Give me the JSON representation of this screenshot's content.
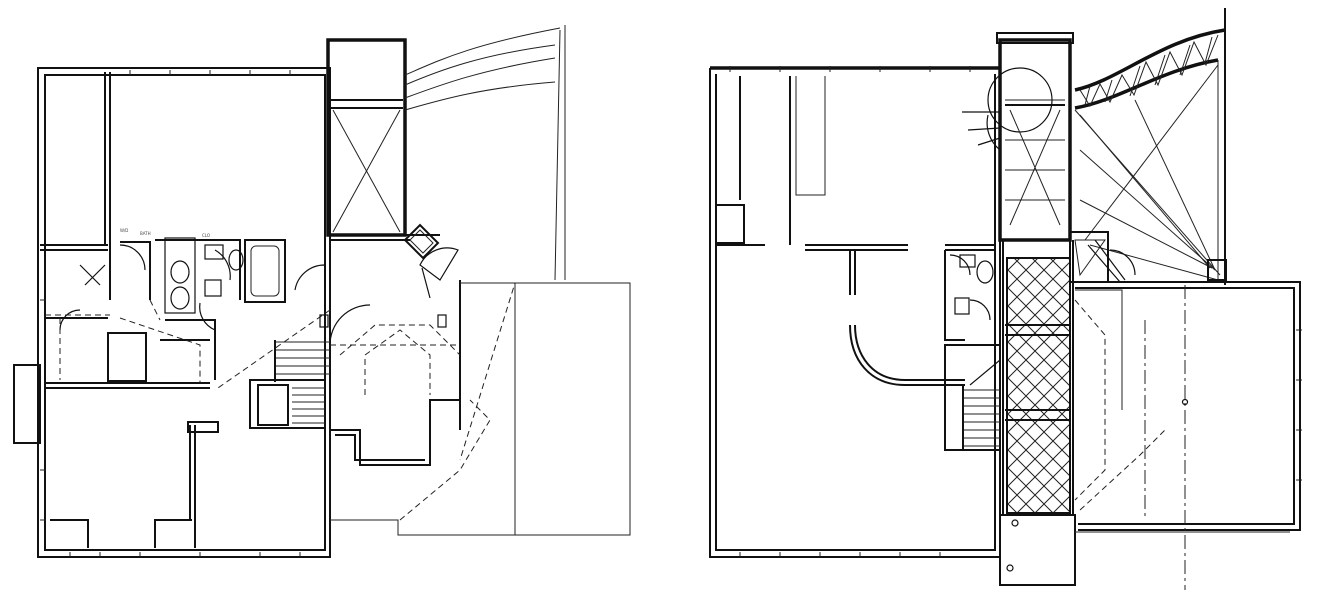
{
  "drawing": {
    "plans": [
      {
        "id": "plan-left",
        "labels": [
          "BATH",
          "CLO",
          "W/D"
        ]
      },
      {
        "id": "plan-right",
        "labels": []
      }
    ]
  },
  "colors": {
    "background": "#ffffff",
    "linework": "#111111"
  }
}
